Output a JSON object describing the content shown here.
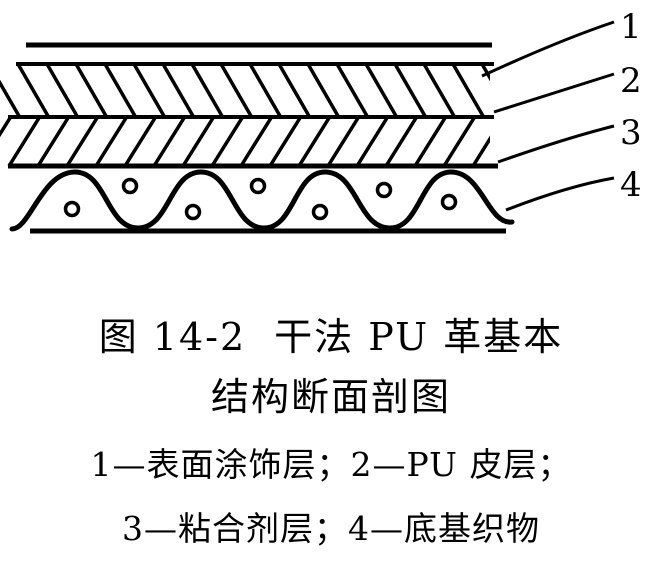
{
  "figure": {
    "callouts": [
      "1",
      "2",
      "3",
      "4"
    ],
    "caption": {
      "number": "图 14-2",
      "title_line1": "干法 PU 革基本",
      "title_line2": "结构断面剖图"
    },
    "legend": {
      "line1": "1—表面涂饰层；2—PU 皮层；",
      "line2": "3—粘合剂层；4—底基织物"
    },
    "colors": {
      "ink": "#000000",
      "background": "#ffffff"
    }
  }
}
